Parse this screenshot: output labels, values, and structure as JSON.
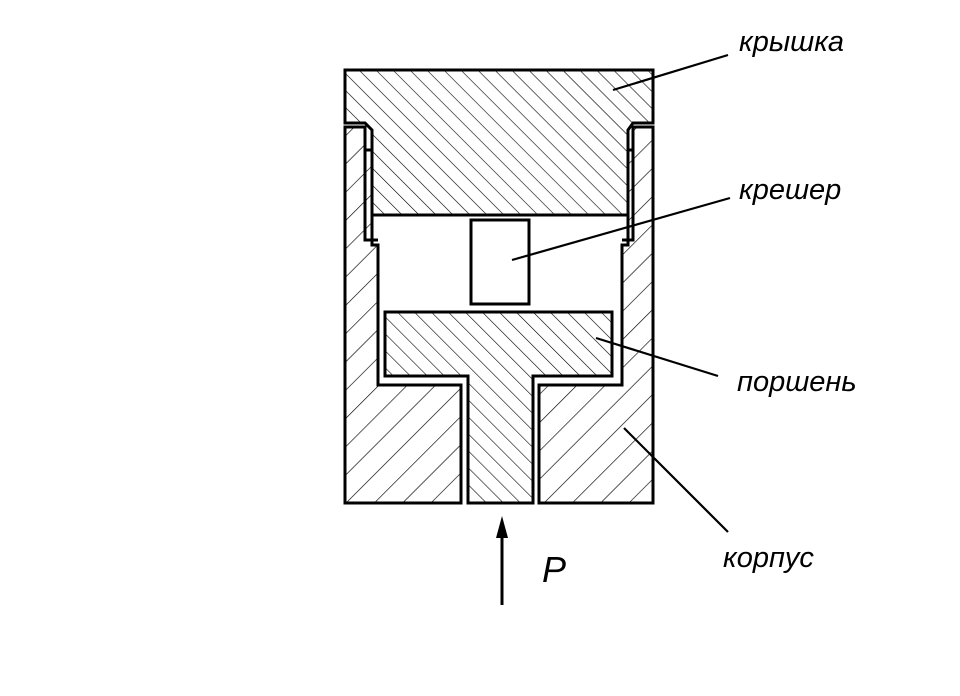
{
  "labels": {
    "lid": "крышка",
    "crusher": "крешер",
    "piston": "поршень",
    "body": "корпус",
    "force": "P"
  },
  "colors": {
    "line": "#000000",
    "background": "#ffffff"
  }
}
